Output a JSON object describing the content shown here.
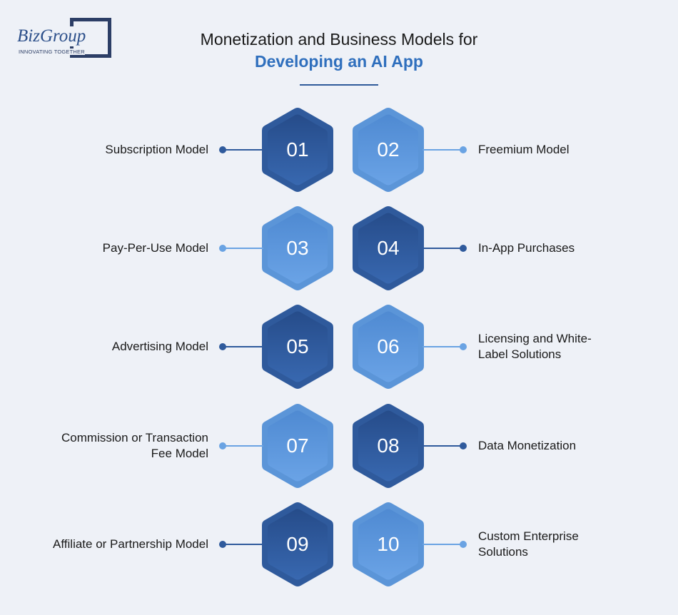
{
  "logo": {
    "brand": "BizGroup",
    "tagline": "INNOVATING TOGETHER"
  },
  "title": {
    "line1": "Monetization and Business Models for",
    "line2": "Developing an AI App"
  },
  "colors": {
    "dark": "#2f5a9c",
    "light": "#5b95d8",
    "dark_connector": "#2f5a9c",
    "light_connector": "#6aa3e3"
  },
  "items": [
    {
      "number": "01",
      "label": "Subscription Model",
      "shade": "dark"
    },
    {
      "number": "02",
      "label": "Freemium Model",
      "shade": "light"
    },
    {
      "number": "03",
      "label": "Pay-Per-Use Model",
      "shade": "light"
    },
    {
      "number": "04",
      "label": "In-App Purchases",
      "shade": "dark"
    },
    {
      "number": "05",
      "label": "Advertising Model",
      "shade": "dark"
    },
    {
      "number": "06",
      "label": "Licensing and White-Label Solutions",
      "shade": "light"
    },
    {
      "number": "07",
      "label": "Commission or Transaction Fee Model",
      "shade": "light"
    },
    {
      "number": "08",
      "label": "Data Monetization",
      "shade": "dark"
    },
    {
      "number": "09",
      "label": "Affiliate or Partnership Model",
      "shade": "dark"
    },
    {
      "number": "10",
      "label": "Custom Enterprise Solutions",
      "shade": "light"
    }
  ]
}
